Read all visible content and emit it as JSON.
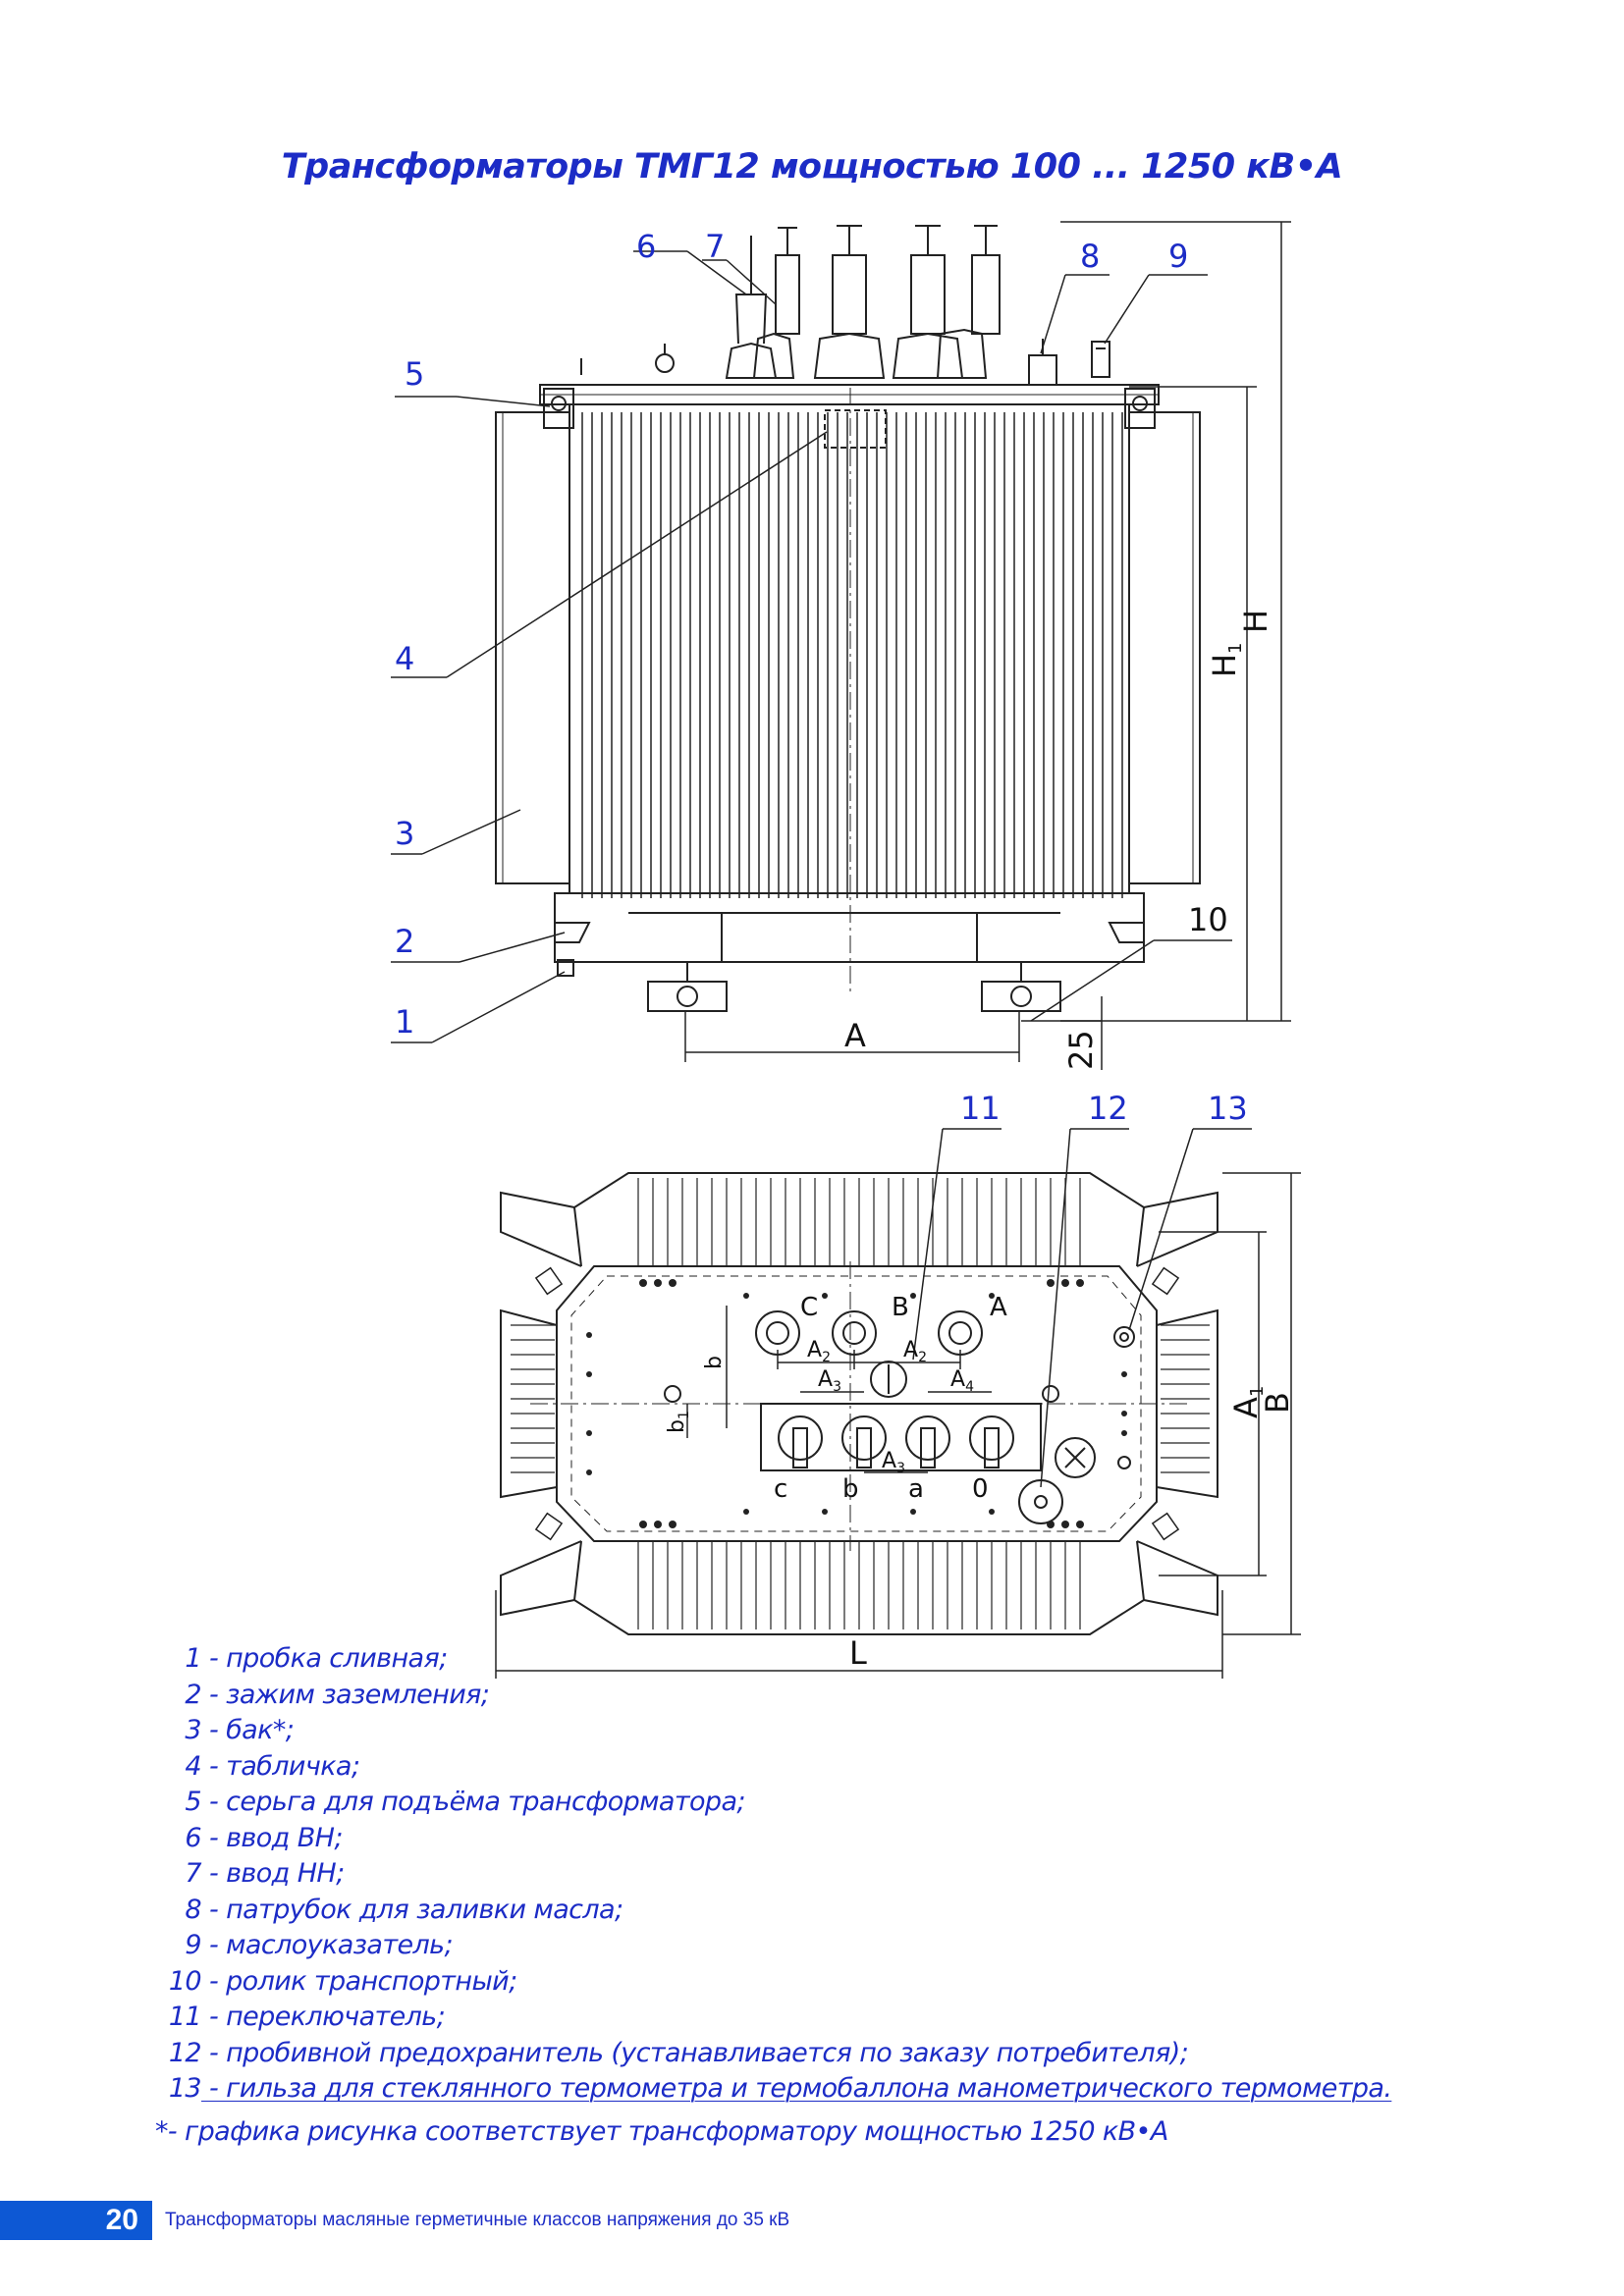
{
  "title": "Трансформаторы ТМГ12 мощностью 100 ... 1250 кВ•А",
  "colors": {
    "accent": "#1c2cc6",
    "page_number_bg": "#0d58d4",
    "drawing": "#222222"
  },
  "front_view": {
    "callouts": [
      "1",
      "2",
      "3",
      "4",
      "5",
      "6",
      "7",
      "8",
      "9",
      "10"
    ],
    "dimensions": {
      "A": "A",
      "H": "H",
      "H1": "H",
      "H1_sub": "1",
      "clearance": "25"
    }
  },
  "top_view": {
    "callouts": [
      "11",
      "12",
      "13"
    ],
    "hv_labels": [
      "C",
      "B",
      "A"
    ],
    "lv_labels": [
      "c",
      "b",
      "a",
      "0"
    ],
    "dimensions": {
      "L": "L",
      "B": "B",
      "A1": "A",
      "A1_sub": "1",
      "A2": "A",
      "A2_sub": "2",
      "A3": "A",
      "A3_sub": "3",
      "A4": "A",
      "A4_sub": "4",
      "b": "b",
      "b1": "b",
      "b1_sub": "1"
    }
  },
  "legend": [
    {
      "num": "1",
      "text": "- пробка сливная;"
    },
    {
      "num": "2",
      "text": "- зажим заземления;"
    },
    {
      "num": "3",
      "text": "- бак*;"
    },
    {
      "num": "4",
      "text": "- табличка;"
    },
    {
      "num": "5",
      "text": "- серьга для подъёма трансформатора;"
    },
    {
      "num": "6",
      "text": "- ввод ВН;"
    },
    {
      "num": "7",
      "text": "- ввод НН;"
    },
    {
      "num": "8",
      "text": "- патрубок для заливки масла;"
    },
    {
      "num": "9",
      "text": "- маслоуказатель;"
    },
    {
      "num": "10",
      "text": "- ролик транспортный;"
    },
    {
      "num": "11",
      "text": "- переключатель;"
    },
    {
      "num": "12",
      "text": "- пробивной предохранитель (устанавливается по заказу потребителя);"
    },
    {
      "num": "13",
      "text": "- гильза для стеклянного термометра и термобаллона манометрического термометра."
    }
  ],
  "footnote": "*- графика рисунка соответствует трансформатору мощностью 1250 кВ•А",
  "footer": {
    "page_number": "20",
    "text": "Трансформаторы масляные герметичные классов напряжения до 35 кВ"
  }
}
